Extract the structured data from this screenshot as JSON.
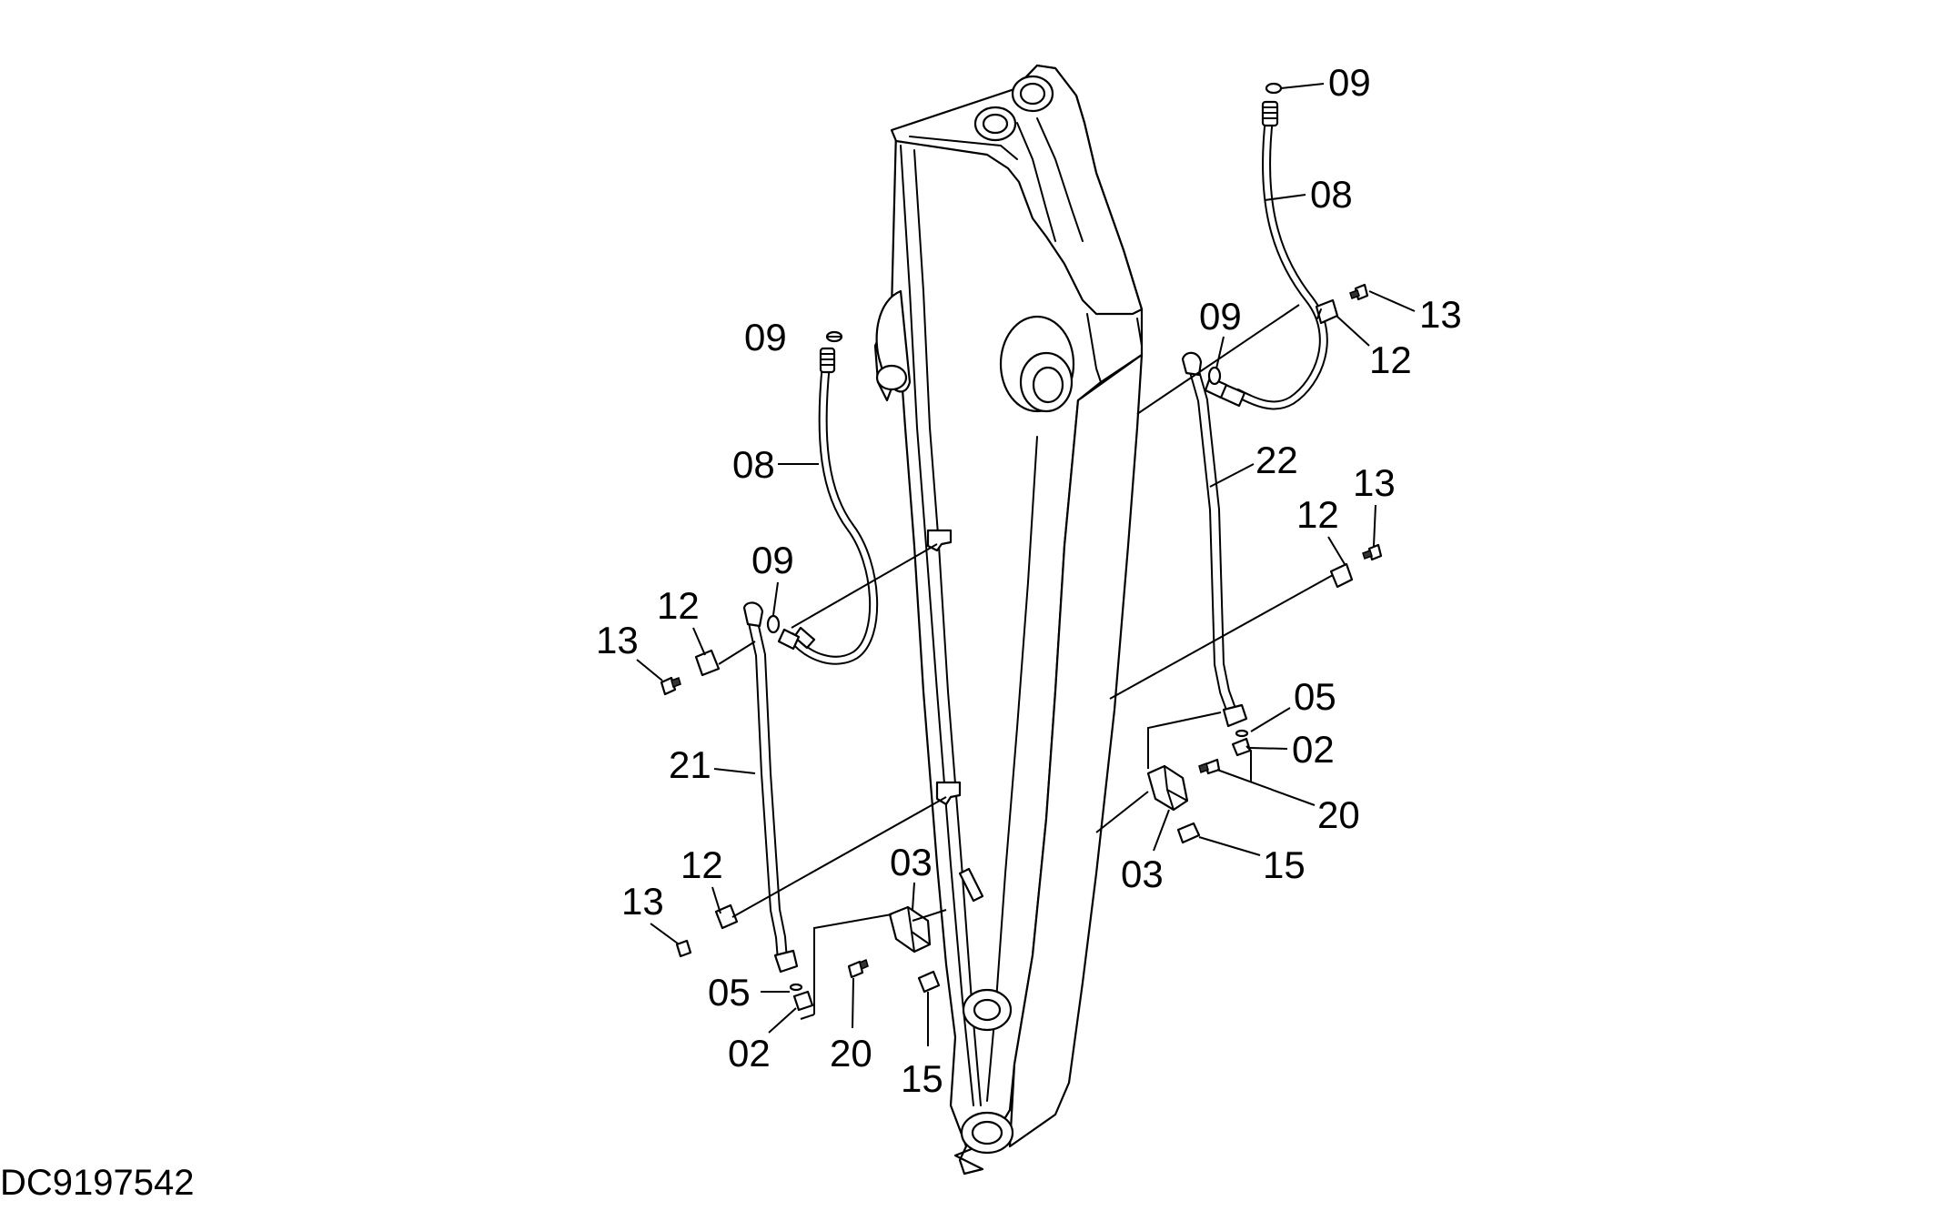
{
  "drawing": {
    "code": "DC9197542"
  },
  "labels": {
    "l09_top": "09",
    "l08_right": "08",
    "l13_r1": "13",
    "l12_r1": "12",
    "l09_rmid": "09",
    "l22": "22",
    "l13_r2": "13",
    "l12_r2": "12",
    "l05_r": "05",
    "l02_r": "02",
    "l20_r": "20",
    "l03_r": "03",
    "l15_r": "15",
    "l09_left": "09",
    "l08_left": "08",
    "l09_lmid": "09",
    "l12_l1": "12",
    "l13_l1": "13",
    "l21": "21",
    "l12_l2": "12",
    "l13_l2": "13",
    "l03_l": "03",
    "l05_l": "05",
    "l02_l": "02",
    "l20_l": "20",
    "l15_l": "15"
  }
}
